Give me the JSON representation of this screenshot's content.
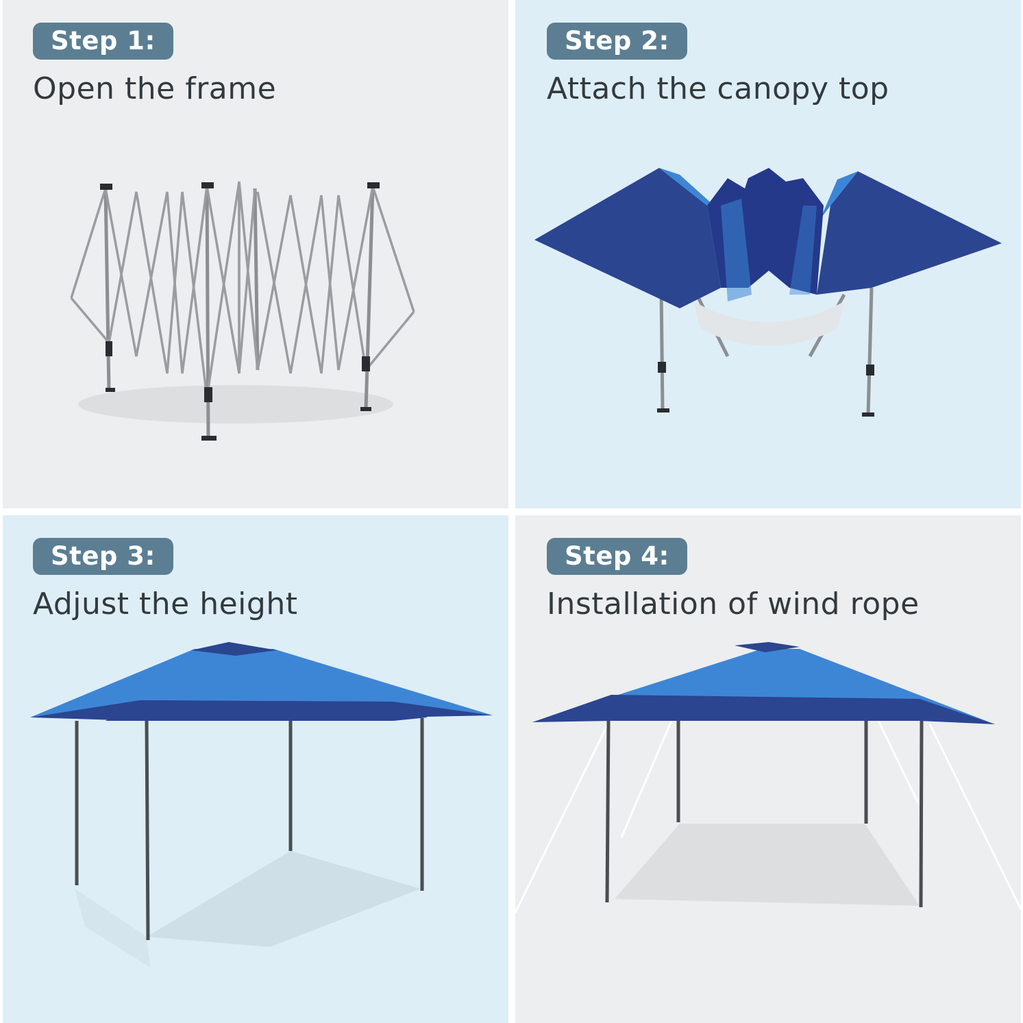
{
  "steps": [
    {
      "badge": "Step 1:",
      "caption": "Open the frame"
    },
    {
      "badge": "Step 2:",
      "caption": "Attach the canopy top"
    },
    {
      "badge": "Step 3:",
      "caption": "Adjust the height"
    },
    {
      "badge": "Step 4:",
      "caption": "Installation of wind rope"
    }
  ],
  "colors": {
    "badge_bg": "#5b7e92",
    "frame_gray": "#8c8f92",
    "canopy_navy": "#2b4590",
    "canopy_blue": "#3d86d6",
    "panel_gray": "#eceeef",
    "panel_blue": "#ddeef7"
  },
  "icons": [
    "folded-frame-illustration",
    "canopy-attach-illustration",
    "gazebo-illustration",
    "gazebo-wind-rope-illustration"
  ]
}
